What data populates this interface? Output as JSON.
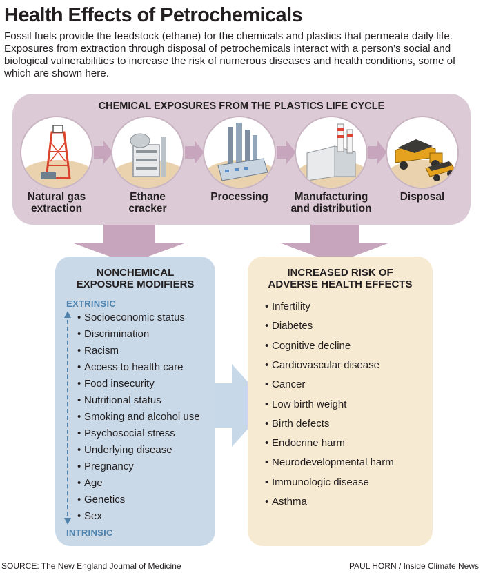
{
  "title": "Health Effects of Petrochemicals",
  "intro": "Fossil fuels provide the feedstock (ethane) for the chemicals and plastics that permeate daily life. Exposures from extraction through disposal of petrochemicals interact with a person’s social and biological vulnerabilities to increase the risk of numerous diseases and health conditions, some of which are shown here.",
  "lifecycle": {
    "heading": "CHEMICAL EXPOSURES FROM THE PLASTICS LIFE CYCLE",
    "stages": [
      {
        "line1": "Natural gas",
        "line2": "extraction",
        "icon": "gas-rig-icon"
      },
      {
        "line1": "Ethane",
        "line2": "cracker",
        "icon": "ethane-cracker-icon"
      },
      {
        "line1": "Processing",
        "line2": "",
        "icon": "processing-plant-icon"
      },
      {
        "line1": "Manufacturing",
        "line2": "and distribution",
        "icon": "factory-icon"
      },
      {
        "line1": "Disposal",
        "line2": "",
        "icon": "dump-truck-icon"
      }
    ]
  },
  "modifiers": {
    "heading_line1": "NONCHEMICAL",
    "heading_line2": "EXPOSURE MODIFIERS",
    "top_tag": "EXTRINSIC",
    "bottom_tag": "INTRINSIC",
    "items": [
      "Socioeconomic status",
      "Discrimination",
      "Racism",
      "Access to health care",
      "Food insecurity",
      "Nutritional status",
      "Smoking and alcohol use",
      "Psychosocial stress",
      "Underlying disease",
      "Pregnancy",
      "Age",
      "Genetics",
      "Sex"
    ]
  },
  "effects": {
    "heading_line1": "INCREASED RISK OF",
    "heading_line2": "ADVERSE HEALTH EFFECTS",
    "items": [
      "Infertility",
      "Diabetes",
      "Cognitive decline",
      "Cardiovascular disease",
      "Cancer",
      "Low birth weight",
      "Birth defects",
      "Endocrine harm",
      "Neurodevelopmental harm",
      "Immunologic disease",
      "Asthma"
    ]
  },
  "footer": {
    "source": "SOURCE: The New England Journal of Medicine",
    "credit": "PAUL HORN / Inside Climate News"
  },
  "colors": {
    "lifecycle_bg": "#dccbd6",
    "modifiers_bg": "#c9d9e8",
    "effects_bg": "#f7ead3",
    "accent_blue": "#4f83ad",
    "arrow_mauve": "#c7a6bd",
    "arrow_blue": "#c7d9e9"
  }
}
